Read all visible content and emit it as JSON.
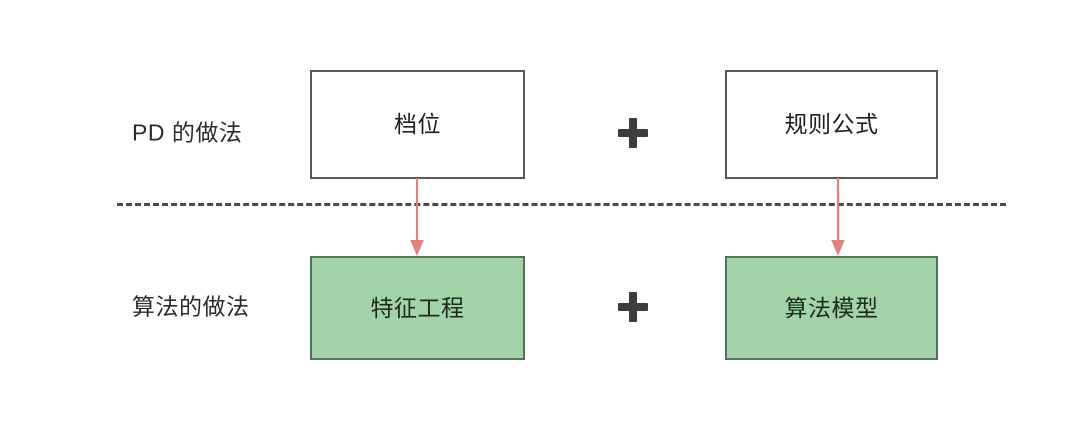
{
  "diagram": {
    "background_color": "#ffffff",
    "rows": [
      {
        "id": "pd-row",
        "label": "PD 的做法",
        "style": "plain",
        "box_fill": "#ffffff",
        "box_border": "#595959",
        "nodes": [
          {
            "id": "tier",
            "text": "档位"
          },
          {
            "id": "formula",
            "text": "规则公式"
          }
        ],
        "operator": "+"
      },
      {
        "id": "algo-row",
        "label": "算法的做法",
        "style": "green",
        "box_fill": "#a3d3a8",
        "box_border": "#56705a",
        "nodes": [
          {
            "id": "feature",
            "text": "特征工程"
          },
          {
            "id": "model",
            "text": "算法模型"
          }
        ],
        "operator": "+"
      }
    ],
    "divider": {
      "style": "dashed",
      "color": "#4a4a4a"
    },
    "connectors": [
      {
        "id": "tier-to-feature",
        "from": "档位",
        "to": "特征工程",
        "color": "#e0837d",
        "kind": "arrow-down"
      },
      {
        "id": "formula-to-model",
        "from": "规则公式",
        "to": "算法模型",
        "color": "#e0837d",
        "kind": "arrow-down"
      }
    ],
    "operators": {
      "top": "+",
      "bottom": "+"
    }
  }
}
